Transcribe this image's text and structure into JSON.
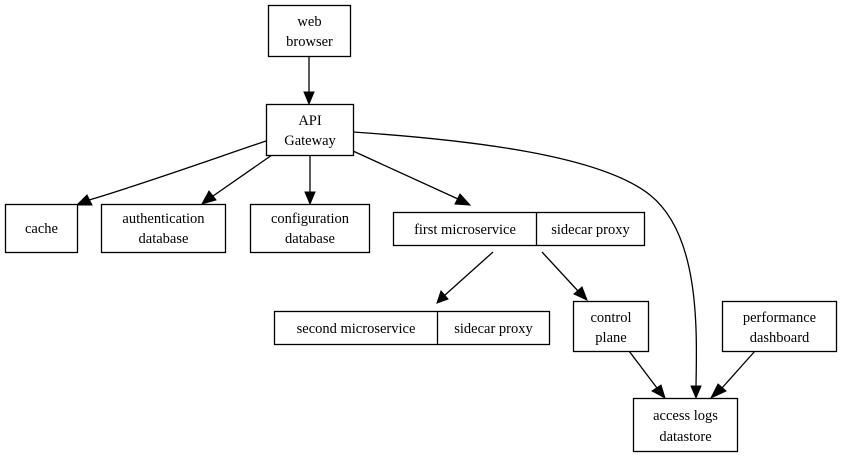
{
  "diagram": {
    "type": "directed-graph",
    "nodes": {
      "web_browser": {
        "lines": [
          "web",
          "browser"
        ]
      },
      "api_gateway": {
        "lines": [
          "API",
          "Gateway"
        ]
      },
      "cache": {
        "lines": [
          "cache"
        ]
      },
      "auth_db": {
        "lines": [
          "authentication",
          "database"
        ]
      },
      "config_db": {
        "lines": [
          "configuration",
          "database"
        ]
      },
      "first_ms": {
        "fields": [
          "first microservice",
          "sidecar proxy"
        ]
      },
      "second_ms": {
        "fields": [
          "second microservice",
          "sidecar proxy"
        ]
      },
      "control_plane": {
        "lines": [
          "control",
          "plane"
        ]
      },
      "perf_dashboard": {
        "lines": [
          "performance",
          "dashboard"
        ]
      },
      "access_logs": {
        "lines": [
          "access logs",
          "datastore"
        ]
      }
    },
    "edges": [
      {
        "from": "web_browser",
        "to": "api_gateway"
      },
      {
        "from": "api_gateway",
        "to": "cache"
      },
      {
        "from": "api_gateway",
        "to": "auth_db"
      },
      {
        "from": "api_gateway",
        "to": "config_db"
      },
      {
        "from": "api_gateway",
        "to": "first_ms"
      },
      {
        "from": "api_gateway",
        "to": "access_logs"
      },
      {
        "from": "first_ms",
        "to": "second_ms"
      },
      {
        "from": "first_ms",
        "to": "control_plane"
      },
      {
        "from": "control_plane",
        "to": "access_logs"
      },
      {
        "from": "perf_dashboard",
        "to": "access_logs"
      }
    ]
  }
}
